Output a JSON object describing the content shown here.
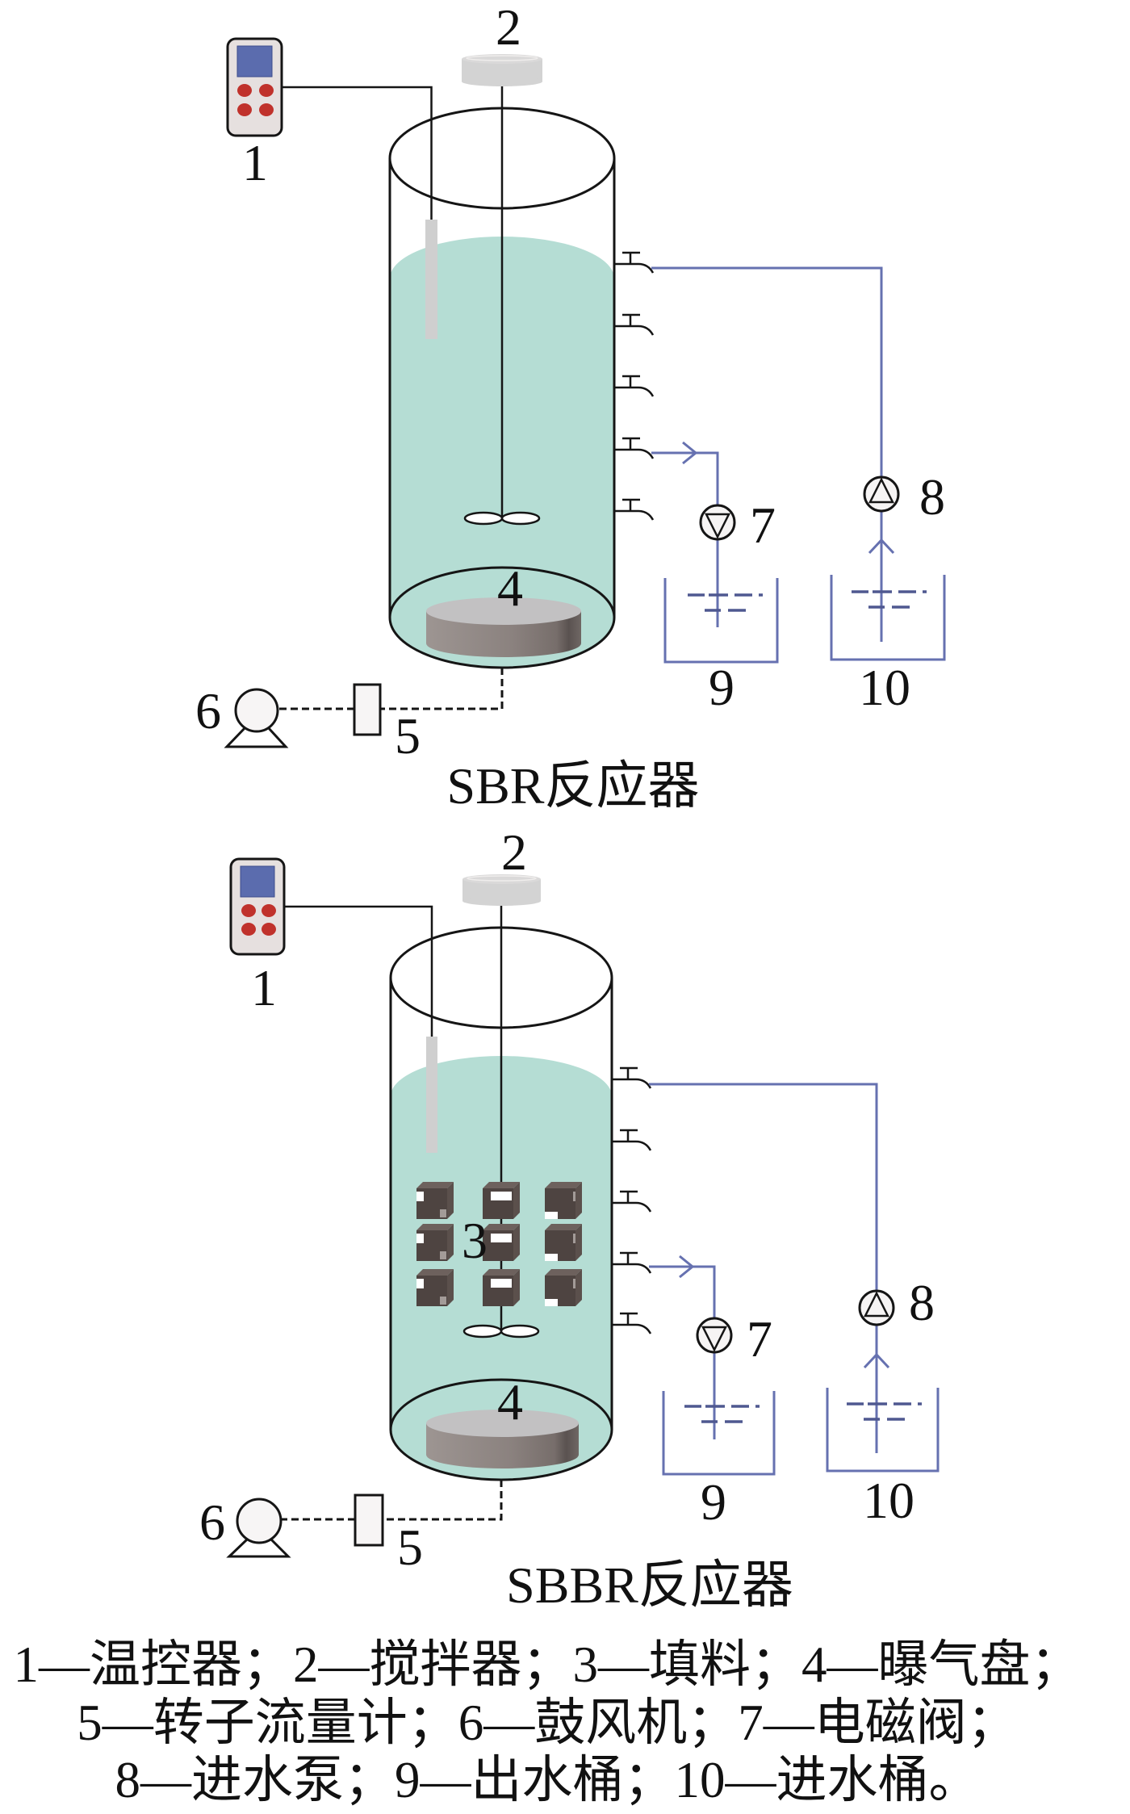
{
  "figure": {
    "reactors": [
      {
        "title": "SBR反应器",
        "has_packing": false,
        "sampling_valve_count": 5,
        "labels": {
          "temperature_controller": "1",
          "stirrer": "2",
          "aeration_disk": "4",
          "flowmeter": "5",
          "blower": "6",
          "solenoid_valve": "7",
          "inlet_pump": "8",
          "outlet_bucket": "9",
          "inlet_bucket": "10"
        }
      },
      {
        "title": "SBBR反应器",
        "has_packing": true,
        "packing_grid": {
          "rows": 3,
          "cols": 3
        },
        "sampling_valve_count": 5,
        "labels": {
          "temperature_controller": "1",
          "stirrer": "2",
          "packing": "3",
          "aeration_disk": "4",
          "flowmeter": "5",
          "blower": "6",
          "solenoid_valve": "7",
          "inlet_pump": "8",
          "outlet_bucket": "9",
          "inlet_bucket": "10"
        }
      }
    ],
    "legend": {
      "lines": [
        {
          "items": [
            "1—温控器；",
            "2—搅拌器；",
            "3—填料；",
            "4—曝气盘；"
          ]
        },
        {
          "items": [
            "5—转子流量计；",
            "6—鼓风机；",
            "7—电磁阀；"
          ]
        },
        {
          "items": [
            "8—进水泵；",
            "9—出水桶；",
            "10—进水桶。"
          ]
        }
      ]
    },
    "colors": {
      "liquid": "#b5ddd4",
      "pipe": "#6671b0",
      "water_mark": "#4f5890",
      "outline": "#151515",
      "controller_body": "#e6e0df",
      "controller_screen": "#5b6cae",
      "controller_button": "#c0322c",
      "motor": "#d3d3d3",
      "probe": "#cfcfcf",
      "disk_top": "#c2c1c2",
      "packing": "#4e4441",
      "packing_top": "#6d615d",
      "packing_side": "#5b504c"
    }
  }
}
